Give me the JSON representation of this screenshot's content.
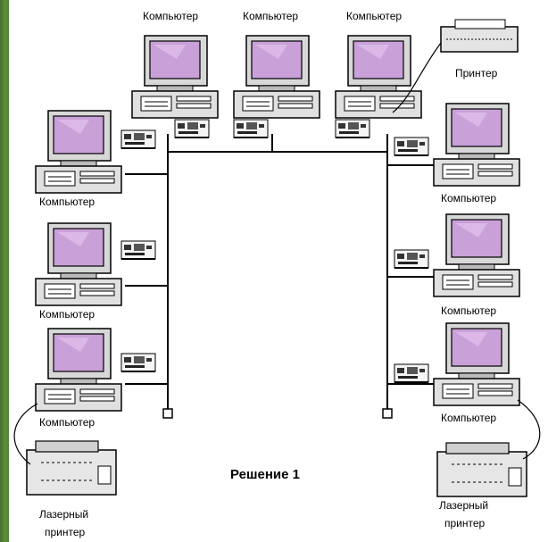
{
  "colors": {
    "background_panel": "#ffffff",
    "border_green": "#4f7f33",
    "screen": "#c9a0d8",
    "line": "#000000"
  },
  "diagram": {
    "caption": "Решение 1",
    "computer_label": "Компьютер",
    "printer_label": "Принтер",
    "laser_printer_label_line1": "Лазерный",
    "laser_printer_label_line2": "принтер"
  }
}
